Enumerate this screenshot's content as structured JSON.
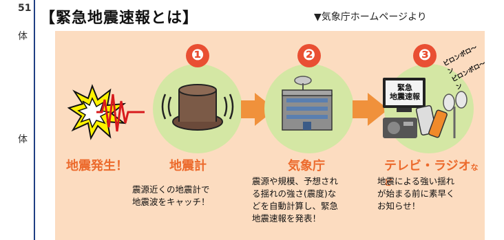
{
  "left_fragment": {
    "char_top": "51",
    "char_mid": "体",
    "char_bottom": "体"
  },
  "title": "【緊急地震速報とは】",
  "source": "▼気象庁ホームページより",
  "steps": [
    {
      "number": "❶",
      "label": "地震計",
      "desc": "震源近くの地震計で\n地震波をキャッチ！"
    },
    {
      "number": "❷",
      "label": "気象庁",
      "desc": "震源や規模、予想され\nる揺れの強さ(震度)な\nどを自動計算し、緊急\n地震速報を発表！"
    },
    {
      "number": "❸",
      "label": "テレビ・ラジオ",
      "label_suffix": "など",
      "desc": "地震による強い揺れ\nが始まる前に素早く\nお知らせ！"
    }
  ],
  "quake_label": "地震発生！",
  "tv_screen": {
    "line1": "緊急",
    "line2": "地震速報"
  },
  "sound_text": {
    "line1": "ピロンポロ～ン",
    "line2": "ピロンポロ～ン"
  },
  "colors": {
    "accent_orange": "#ec6a2c",
    "number_red": "#e94f33",
    "circle_green": "#d4e7a4",
    "panel_bg": "#fcdcc0",
    "divider_blue": "#1f3e83"
  }
}
